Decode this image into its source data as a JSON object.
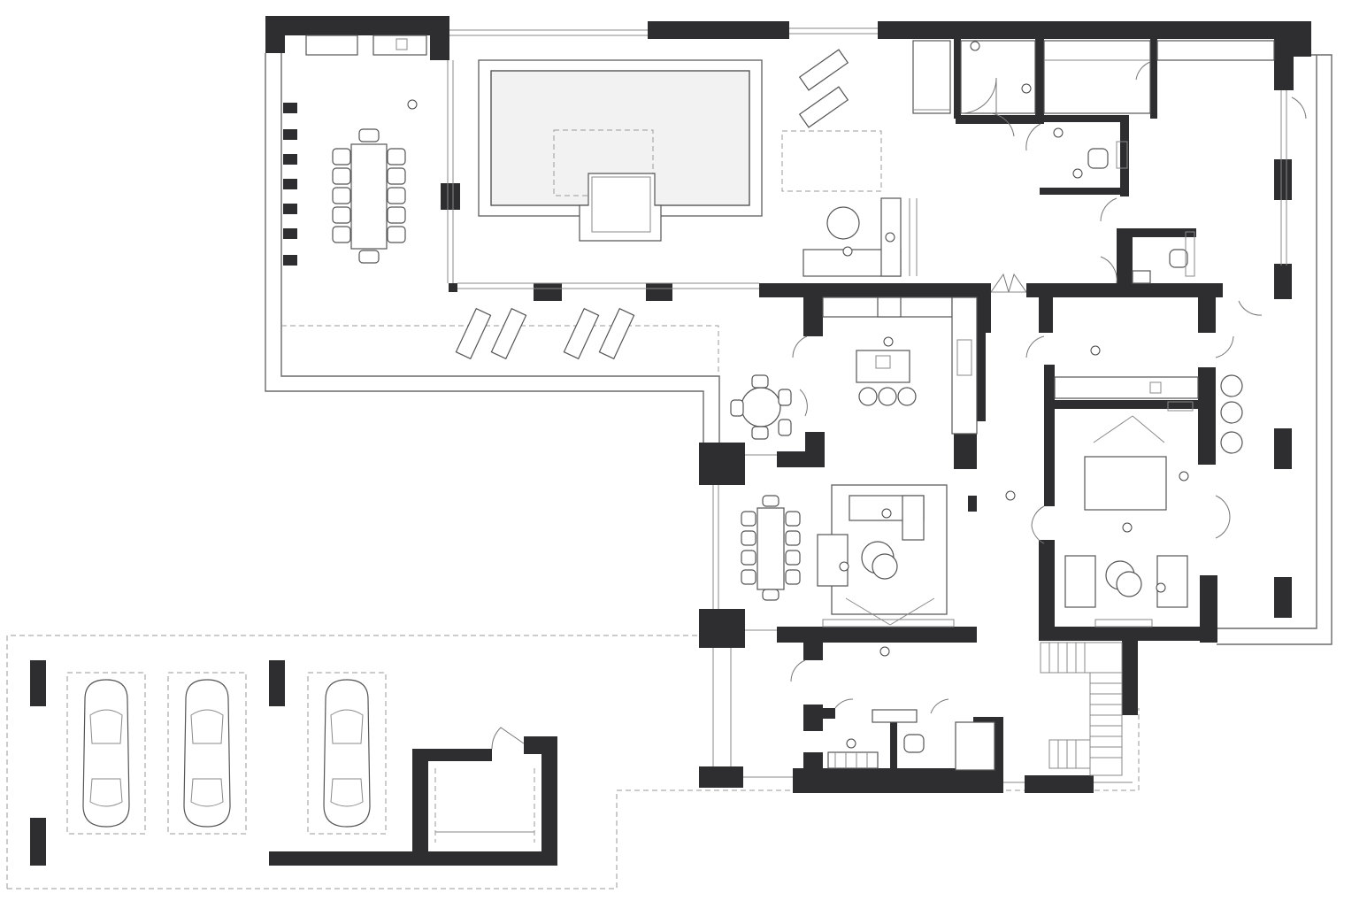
{
  "plan": {
    "colors": {
      "wall": "#2e2e30",
      "line": "#6a6a6a",
      "dashed": "#9a9a9a",
      "pool": "#f2f2f2",
      "background": "#ffffff"
    },
    "zones": [
      "terrace-dining",
      "pool-hall",
      "sauna-block",
      "bedroom-east",
      "kitchen",
      "living-room",
      "dining-room",
      "hallway",
      "bedroom-suite",
      "utility",
      "staircase",
      "garage-parking"
    ],
    "parking_spaces": 3,
    "icons": [
      "car-icon",
      "sun-lounger-icon",
      "person-icon",
      "dining-table-icon",
      "sofa-icon",
      "door-swing-icon",
      "stairs-icon"
    ]
  }
}
